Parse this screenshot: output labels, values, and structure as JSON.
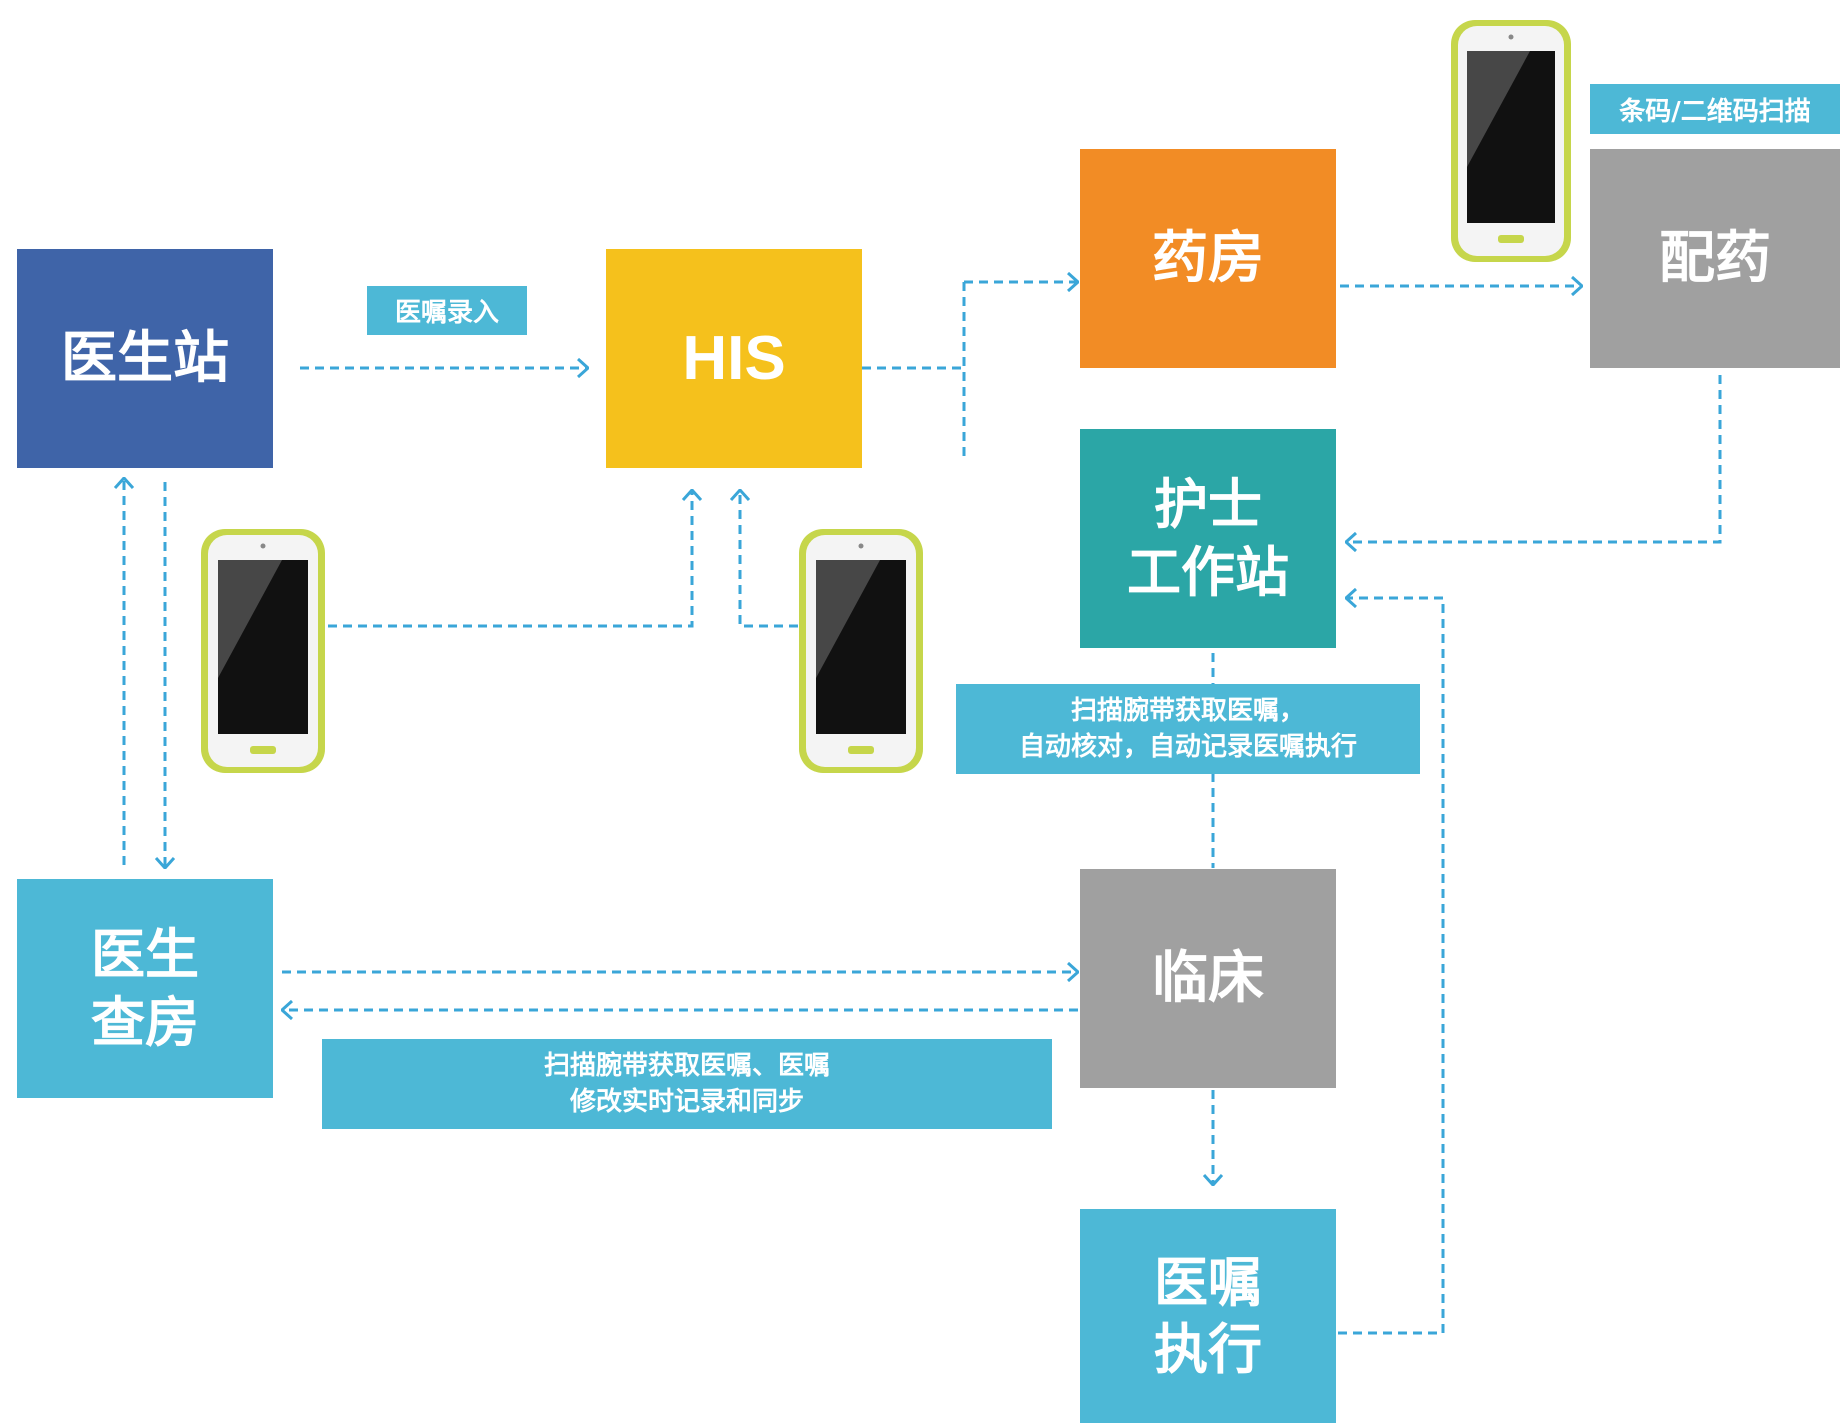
{
  "colors": {
    "doctor_station": "#3f64a8",
    "his": "#f5c11c",
    "pharmacy": "#f28c25",
    "gray": "#a0a0a0",
    "teal": "#2ba6a6",
    "light_blue": "#4db8d6",
    "arrow": "#3aa6d8",
    "phone_frame": "#c6d64b"
  },
  "nodes": {
    "doctor_station": "医生站",
    "his": "HIS",
    "pharmacy": "药房",
    "dispensing": "配药",
    "nurse_station_line1": "护士",
    "nurse_station_line2": "工作站",
    "doctor_rounds_line1": "医生",
    "doctor_rounds_line2": "查房",
    "clinical": "临床",
    "order_exec_line1": "医嘱",
    "order_exec_line2": "执行"
  },
  "labels": {
    "order_entry": "医嘱录入",
    "barcode_scan": "条码/二维码扫描",
    "nurse_scan_line1": "扫描腕带获取医嘱，",
    "nurse_scan_line2": "自动核对，自动记录医嘱执行",
    "doctor_scan_line1": "扫描腕带获取医嘱、医嘱",
    "doctor_scan_line2": "修改实时记录和同步"
  },
  "icons": [
    "handheld-terminal-icon",
    "dashed-arrow-icon"
  ]
}
